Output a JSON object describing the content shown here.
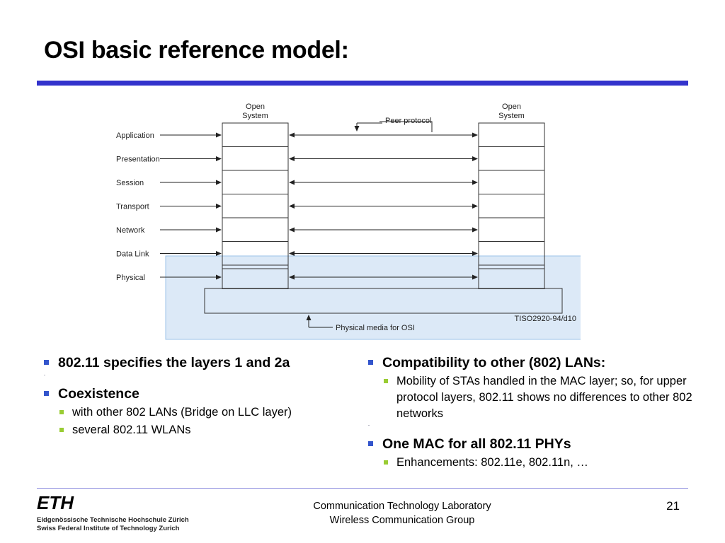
{
  "slide": {
    "title": "OSI basic reference model:"
  },
  "diagram": {
    "system_left_label": [
      "Open",
      "System"
    ],
    "system_right_label": [
      "Open",
      "System"
    ],
    "layers": [
      "Application",
      "Presentation",
      "Session",
      "Transport",
      "Network",
      "Data Link",
      "Physical"
    ],
    "peer_protocol_label": "Peer protocol",
    "physical_media_label": "Physical media for OSI",
    "figure_code": "TISO2920-94/d10",
    "highlight_color": "#dce9f7",
    "highlight_border": "#9cc3e8"
  },
  "bullets_left": [
    {
      "text": "802.11 specifies the layers 1 and 2a",
      "subs": [],
      "trailing_mark": "-"
    },
    {
      "text": "Coexistence",
      "subs": [
        "with other 802  LANs (Bridge on LLC layer)",
        "several 802.11 WLANs"
      ]
    }
  ],
  "bullets_right": [
    {
      "text": "Compatibility to other (802) LANs:",
      "subs": [
        "Mobility of STAs handled in the MAC layer; so, for upper protocol layers, 802.11 shows no differences to other 802 networks"
      ],
      "trailing_mark": "-"
    },
    {
      "text": "One MAC for all 802.11 PHYs",
      "subs": [
        "Enhancements: 802.11e, 802.11n, …"
      ]
    }
  ],
  "footer": {
    "logo_text": "ETH",
    "institution_de": "Eidgenössische Technische Hochschule Zürich",
    "institution_en": "Swiss Federal Institute of Technology Zurich",
    "lab": "Communication Technology Laboratory",
    "group": "Wireless Communication Group",
    "page_number": "21"
  },
  "colors": {
    "title_rule": "#3333cc",
    "bullet_level1": "#3355cc",
    "bullet_level2": "#99cc33"
  }
}
